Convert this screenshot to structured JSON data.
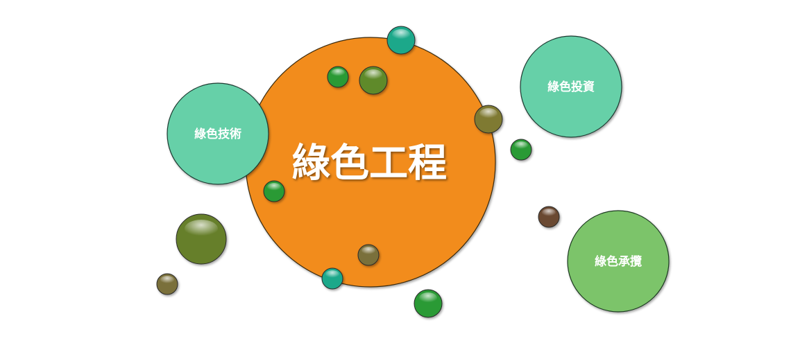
{
  "diagram": {
    "center": {
      "label": "綠色工程",
      "color": "#f28c1a"
    },
    "satellites": [
      {
        "label": "綠色技術",
        "color": "#66d0a8"
      },
      {
        "label": "綠色投資",
        "color": "#66d0a8"
      },
      {
        "label": "綠色承攬",
        "color": "#7cc46b"
      }
    ],
    "dot_colors": {
      "green": "#2a9a36",
      "olive": "#5e8a2a",
      "teal": "#1fa88a",
      "khaki": "#7f7a30",
      "brown": "#6a4a30",
      "dark_olive": "#667f2c",
      "sage": "#7a6f3a"
    }
  }
}
